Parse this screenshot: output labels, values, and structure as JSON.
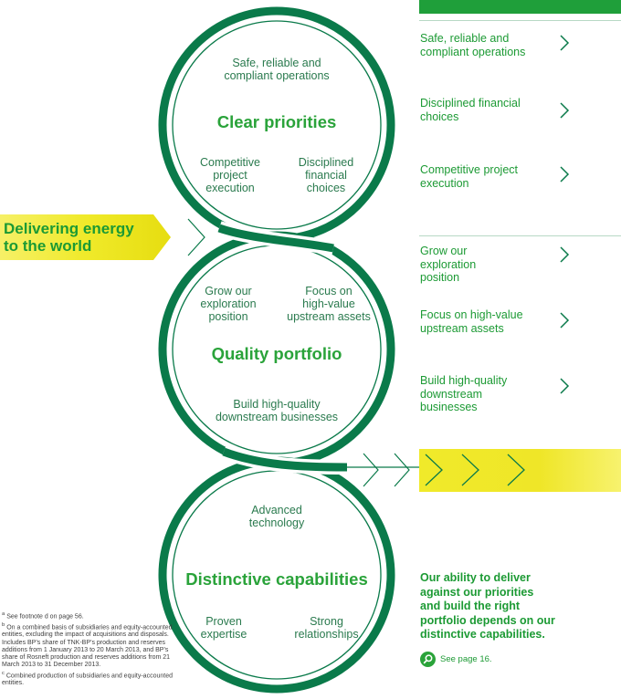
{
  "banner": {
    "line1": "Delivering energy",
    "line2": "to the world"
  },
  "loops": [
    {
      "heading": "Clear priorities",
      "labels": {
        "top": [
          "Safe, reliable and",
          "compliant operations"
        ],
        "left": [
          "Competitive",
          "project",
          "execution"
        ],
        "right": [
          "Disciplined",
          "financial",
          "choices"
        ]
      }
    },
    {
      "heading": "Quality portfolio",
      "labels": {
        "left": [
          "Grow our",
          "exploration",
          "position"
        ],
        "right": [
          "Focus on",
          "high-value",
          "upstream assets"
        ],
        "bottom": [
          "Build high-quality",
          "downstream businesses"
        ]
      }
    },
    {
      "heading": "Distinctive capabilities",
      "labels": {
        "top": [
          "Advanced",
          "technology"
        ],
        "left": [
          "Proven",
          "expertise"
        ],
        "right": [
          "Strong",
          "relationships"
        ]
      }
    }
  ],
  "side_list": {
    "group1": [
      [
        "Safe, reliable and",
        "compliant operations"
      ],
      [
        "Disciplined financial",
        "choices"
      ],
      [
        "Competitive project",
        "execution"
      ]
    ],
    "group2": [
      [
        "Grow our",
        "exploration",
        "position"
      ],
      [
        "Focus on high-value",
        "upstream assets"
      ],
      [
        "Build high-quality",
        "downstream",
        "businesses"
      ]
    ]
  },
  "summary": [
    "Our ability to deliver",
    "against our priorities",
    "and build the right",
    "portfolio depends on our",
    "distinctive capabilities."
  ],
  "see_page": {
    "text": "See page 16.",
    "icon": "search-icon"
  },
  "footnotes": [
    {
      "mark": "a",
      "text": "See footnote d on page 56."
    },
    {
      "mark": "b",
      "text": "On a combined basis of subsidiaries and equity-accounted entities, excluding the impact of acquisitions and disposals. Includes BP’s share of TNK-BP’s production and reserves additions from 1 January 2013 to 20 March 2013, and BP’s share of Rosneft production and reserves additions from 21 March 2013 to 31 December 2013."
    },
    {
      "mark": "c",
      "text": "Combined production of subsidiaries and equity-accounted entities."
    }
  ],
  "colors": {
    "dark_green": "#0a7a4a",
    "bright_green": "#2aa33a",
    "yellow": "#f0ea2a",
    "light_green": "#b8d9c5"
  }
}
